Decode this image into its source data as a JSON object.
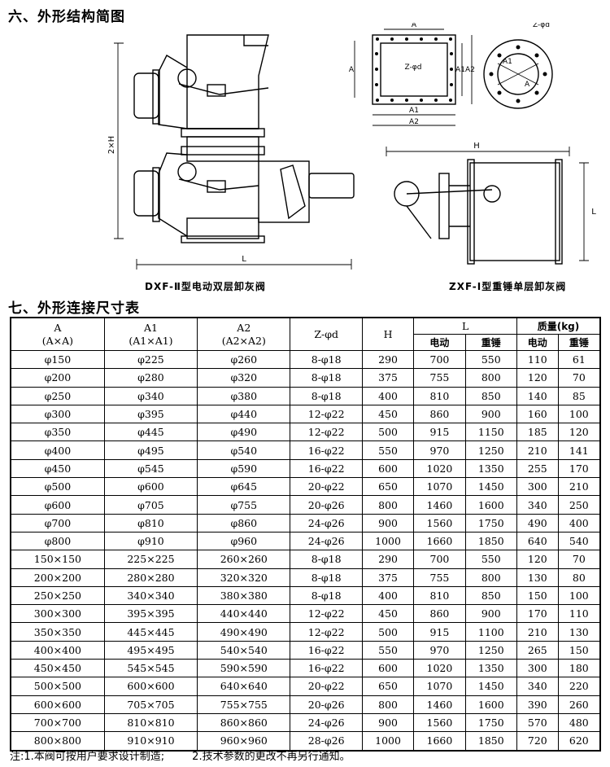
{
  "section6_title": "六、外形结构简图",
  "section7_title": "七、外形连接尺寸表",
  "drawing_labels": {
    "dxf_caption": "DXF-Ⅱ型电动双层卸灰阀",
    "zxf_caption": "ZXF-Ⅰ型重锤单层卸灰阀",
    "dim_2h": "2×H",
    "dim_l": "L",
    "dim_h": "H",
    "dim_a": "A",
    "dim_a1": "A1",
    "dim_a2": "A2",
    "dim_z_phi_d": "Z-φd",
    "dim_a1_round": "A1",
    "dim_a_round": "A"
  },
  "table": {
    "headers": {
      "a_top": "A",
      "a_bottom": "(A×A)",
      "a1_top": "A1",
      "a1_bottom": "(A1×A1)",
      "a2_top": "A2",
      "a2_bottom": "(A2×A2)",
      "z": "Z-φd",
      "h": "H",
      "l": "L",
      "mass": "质量(kg)",
      "l_electric": "电动",
      "l_hammer": "重锤",
      "m_electric": "电动",
      "m_hammer": "重锤"
    },
    "rows": [
      [
        "φ150",
        "φ225",
        "φ260",
        "8-φ18",
        "290",
        "700",
        "550",
        "110",
        "61"
      ],
      [
        "φ200",
        "φ280",
        "φ320",
        "8-φ18",
        "375",
        "755",
        "800",
        "120",
        "70"
      ],
      [
        "φ250",
        "φ340",
        "φ380",
        "8-φ18",
        "400",
        "810",
        "850",
        "140",
        "85"
      ],
      [
        "φ300",
        "φ395",
        "φ440",
        "12-φ22",
        "450",
        "860",
        "900",
        "160",
        "100"
      ],
      [
        "φ350",
        "φ445",
        "φ490",
        "12-φ22",
        "500",
        "915",
        "1150",
        "185",
        "120"
      ],
      [
        "φ400",
        "φ495",
        "φ540",
        "16-φ22",
        "550",
        "970",
        "1250",
        "210",
        "141"
      ],
      [
        "φ450",
        "φ545",
        "φ590",
        "16-φ22",
        "600",
        "1020",
        "1350",
        "255",
        "170"
      ],
      [
        "φ500",
        "φ600",
        "φ645",
        "20-φ22",
        "650",
        "1070",
        "1450",
        "300",
        "210"
      ],
      [
        "φ600",
        "φ705",
        "φ755",
        "20-φ26",
        "800",
        "1460",
        "1600",
        "340",
        "250"
      ],
      [
        "φ700",
        "φ810",
        "φ860",
        "24-φ26",
        "900",
        "1560",
        "1750",
        "490",
        "400"
      ],
      [
        "φ800",
        "φ910",
        "φ960",
        "24-φ26",
        "1000",
        "1660",
        "1850",
        "640",
        "540"
      ],
      [
        "150×150",
        "225×225",
        "260×260",
        "8-φ18",
        "290",
        "700",
        "550",
        "120",
        "70"
      ],
      [
        "200×200",
        "280×280",
        "320×320",
        "8-φ18",
        "375",
        "755",
        "800",
        "130",
        "80"
      ],
      [
        "250×250",
        "340×340",
        "380×380",
        "8-φ18",
        "400",
        "810",
        "850",
        "150",
        "100"
      ],
      [
        "300×300",
        "395×395",
        "440×440",
        "12-φ22",
        "450",
        "860",
        "900",
        "170",
        "110"
      ],
      [
        "350×350",
        "445×445",
        "490×490",
        "12-φ22",
        "500",
        "915",
        "1100",
        "210",
        "130"
      ],
      [
        "400×400",
        "495×495",
        "540×540",
        "16-φ22",
        "550",
        "970",
        "1250",
        "265",
        "150"
      ],
      [
        "450×450",
        "545×545",
        "590×590",
        "16-φ22",
        "600",
        "1020",
        "1350",
        "300",
        "180"
      ],
      [
        "500×500",
        "600×600",
        "640×640",
        "20-φ22",
        "650",
        "1070",
        "1450",
        "340",
        "220"
      ],
      [
        "600×600",
        "705×705",
        "755×755",
        "20-φ26",
        "800",
        "1460",
        "1600",
        "390",
        "260"
      ],
      [
        "700×700",
        "810×810",
        "860×860",
        "24-φ26",
        "900",
        "1560",
        "1750",
        "570",
        "480"
      ],
      [
        "800×800",
        "910×910",
        "960×960",
        "28-φ26",
        "1000",
        "1660",
        "1850",
        "720",
        "620"
      ]
    ]
  },
  "notes": {
    "note1": "注:1.本阀可按用户要求设计制造;",
    "note2": "2.技术参数的更改不再另行通知。"
  }
}
